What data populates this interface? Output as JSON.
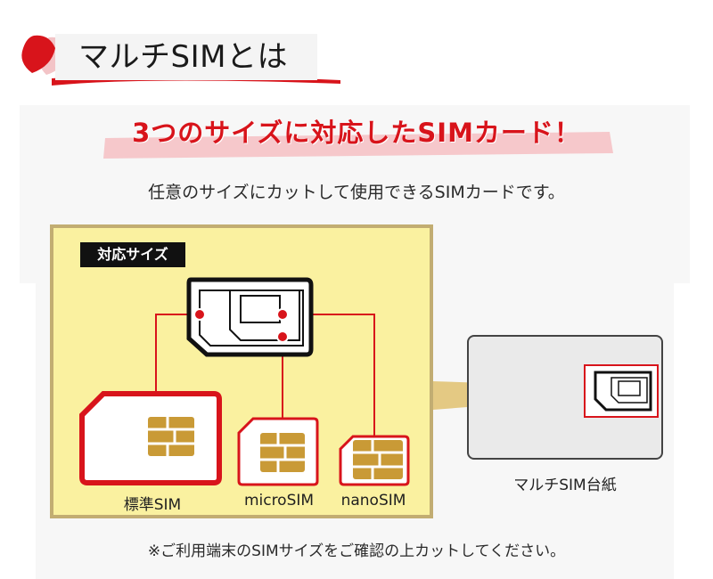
{
  "header": {
    "title": "マルチSIMとは",
    "accent_color": "#d8141b",
    "petal_icon": "petal-icon"
  },
  "headline": {
    "text": "3つのサイズに対応したSIMカード！",
    "color": "#d8141b"
  },
  "subtitle": "任意のサイズにカットして使用できるSIMカードです。",
  "sizes_box": {
    "badge": "対応サイズ",
    "background": "#faf1a0",
    "items": [
      {
        "label": "標準SIM",
        "icon": "standard-sim-icon"
      },
      {
        "label": "microSIM",
        "icon": "micro-sim-icon"
      },
      {
        "label": "nanoSIM",
        "icon": "nano-sim-icon"
      }
    ],
    "center_icon": "multi-sim-icon"
  },
  "holder": {
    "label": "マルチSIM台紙",
    "icon": "sim-card-holder-icon"
  },
  "note": "※ご利用端末のSIMサイズをご確認の上カットしてください。"
}
